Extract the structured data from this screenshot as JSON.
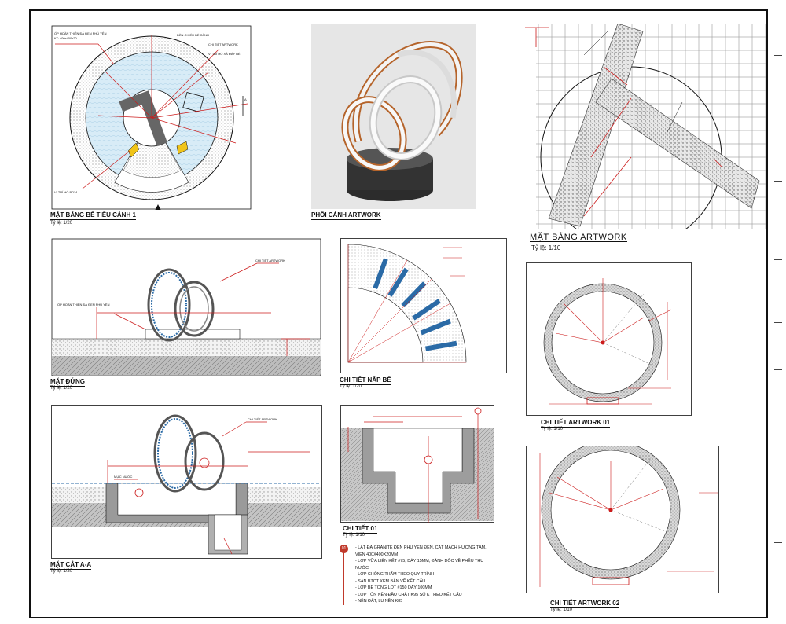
{
  "sheet": {
    "views": {
      "plan_basin": {
        "caption": "MẶT BẰNG BỂ TIỂU CẢNH 1",
        "scale": "Tỷ lệ: 1/20",
        "callouts": [
          "ỐP HOÀN THIỆN ĐÁ ĐEN PHÚ YÊN",
          "KT: 400x400x20",
          "ĐÈN CHIẾU BỂ CẢNH",
          "CHI TIẾT ARTWORK",
          "VỊ TRÍ HỐ XẢ ĐÁY BỂ",
          "VỊ TRÍ HỐ BƠM"
        ]
      },
      "render": {
        "caption": "PHỐI CẢNH ARTWORK"
      },
      "plan_artwork": {
        "caption": "MẶT BẰNG ARTWORK",
        "scale": "Tỷ lệ: 1/10"
      },
      "elevation": {
        "caption": "MẶT ĐỨNG",
        "scale": "Tỷ lệ: 1/20",
        "callouts": [
          "CHI TIẾT ARTWORK",
          "ỐP HOÀN THIỆN ĐÁ ĐEN PHÚ YÊN"
        ]
      },
      "cover_detail": {
        "caption": "CHI TIẾT NẮP BỂ",
        "scale": "Tỷ lệ: 1/20"
      },
      "detail_artwork_01": {
        "caption": "CHI TIẾT ARTWORK 01",
        "scale": "Tỷ lệ: 1/10"
      },
      "section_aa": {
        "caption": "MẶT CẮT A-A",
        "scale": "Tỷ lệ: 1/20",
        "callouts": [
          "CHI TIẾT ARTWORK",
          "MỰC NƯỚC"
        ]
      },
      "detail_01": {
        "caption": "CHI TIẾT 01",
        "scale": "Tỷ lệ: 1/10"
      },
      "detail_artwork_02": {
        "caption": "CHI TIẾT ARTWORK 02",
        "scale": "Tỷ lệ: 1/10"
      }
    },
    "notes": {
      "badge": "01",
      "items": [
        "- LÁT ĐÁ GRANITE ĐEN PHÚ YÊN ĐEN, CẮT MẠCH HƯỚNG TÂM, VIÊN 400X400X20MM",
        "- LỚP VỮA LIÊN KẾT #75, DÀY 15MM, ĐÁNH DỐC VỀ PHỄU THU NƯỚC",
        "- LỚP CHỐNG THẤM THEO QUY TRÌNH",
        "- SÀN BTCT XEM BẢN VẼ KẾT CẤU",
        "- LỚP BÊ TÔNG LÓT #150 DÀY 100MM",
        "- LỚP TÔN NỀN ĐẦU CHẶT K95 SỐ K THEO KẾT CẤU",
        "- NỀN ĐẤT, LU NỀN K85"
      ]
    },
    "colors": {
      "line": "#111111",
      "accent_red": "#cc1b1b",
      "steel_blue": "#2a6aa6",
      "copper": "#b5642b",
      "water": "#d8ecf7"
    }
  }
}
